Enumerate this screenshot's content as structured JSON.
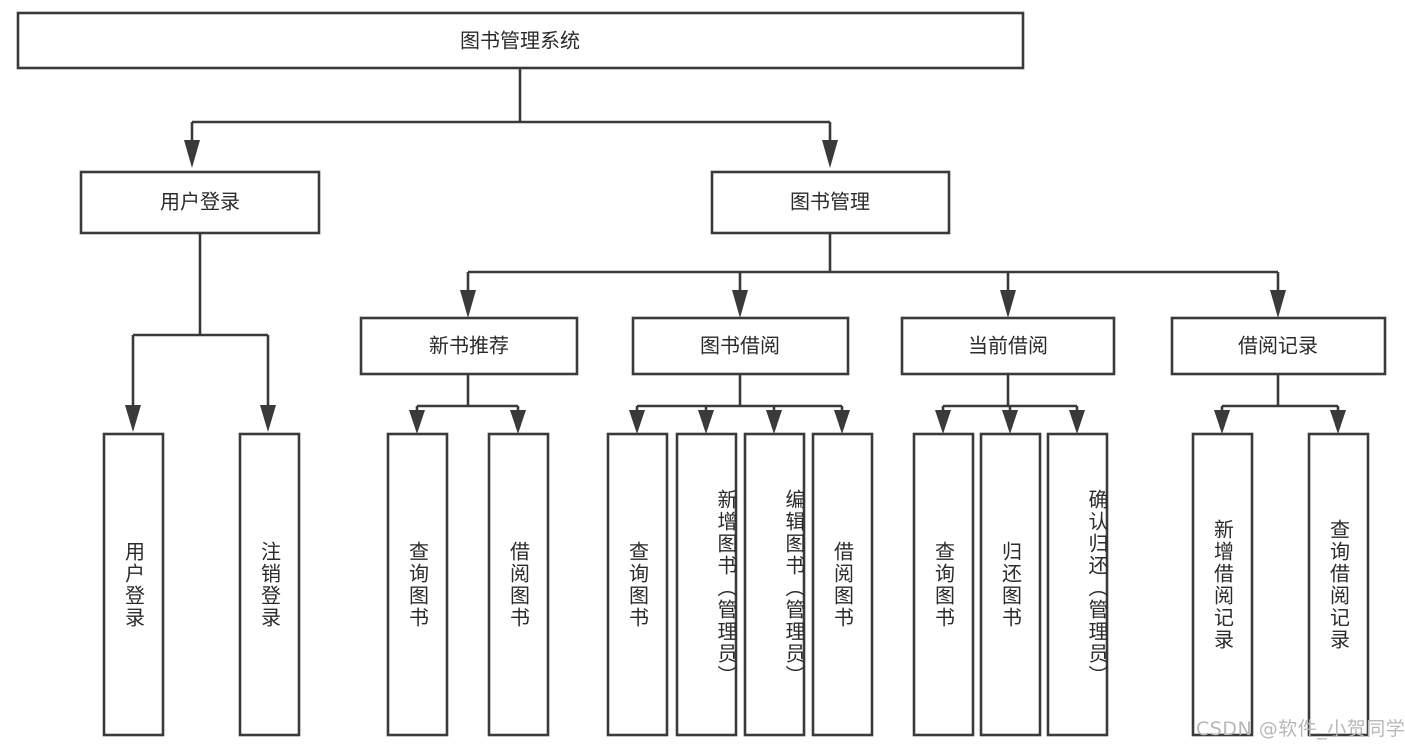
{
  "diagram": {
    "title": "图书管理系统",
    "type": "tree-hierarchy-diagram",
    "root": {
      "id": "root",
      "label": "图书管理系统"
    },
    "level1": [
      {
        "id": "user-login",
        "label": "用户登录"
      },
      {
        "id": "book-manage",
        "label": "图书管理"
      }
    ],
    "level2": [
      {
        "id": "new-book-recommend",
        "label": "新书推荐",
        "parent": "book-manage"
      },
      {
        "id": "book-borrow",
        "label": "图书借阅",
        "parent": "book-manage"
      },
      {
        "id": "current-borrow",
        "label": "当前借阅",
        "parent": "book-manage"
      },
      {
        "id": "borrow-record",
        "label": "借阅记录",
        "parent": "book-manage"
      }
    ],
    "leaves": {
      "user_login": [
        {
          "id": "leaf-user-login",
          "label": "用户登录"
        },
        {
          "id": "leaf-logout-login",
          "label": "注销登录"
        }
      ],
      "new_book_recommend": [
        {
          "id": "leaf-query-book-1",
          "label": "查询图书"
        },
        {
          "id": "leaf-borrow-book-1",
          "label": "借阅图书"
        }
      ],
      "book_borrow": [
        {
          "id": "leaf-query-book-2",
          "label": "查询图书"
        },
        {
          "id": "leaf-add-book",
          "label": "新增图书（管理员）"
        },
        {
          "id": "leaf-edit-book",
          "label": "编辑图书（管理员）"
        },
        {
          "id": "leaf-borrow-book-2",
          "label": "借阅图书"
        }
      ],
      "current_borrow": [
        {
          "id": "leaf-query-book-3",
          "label": "查询图书"
        },
        {
          "id": "leaf-return-book",
          "label": "归还图书"
        },
        {
          "id": "leaf-confirm-return",
          "label": "确认归还（管理员）"
        }
      ],
      "borrow_record": [
        {
          "id": "leaf-add-record",
          "label": "新增借阅记录"
        },
        {
          "id": "leaf-query-record",
          "label": "查询借阅记录"
        }
      ]
    },
    "colors": {
      "box_stroke": "#3a3a3a",
      "box_fill": "#ffffff",
      "text": "#2b2b2b",
      "connector": "#3a3a3a",
      "background": "#ffffff",
      "watermark": "#b8b8b8"
    }
  },
  "watermark": {
    "text": "CSDN @软件_小贺同学"
  }
}
